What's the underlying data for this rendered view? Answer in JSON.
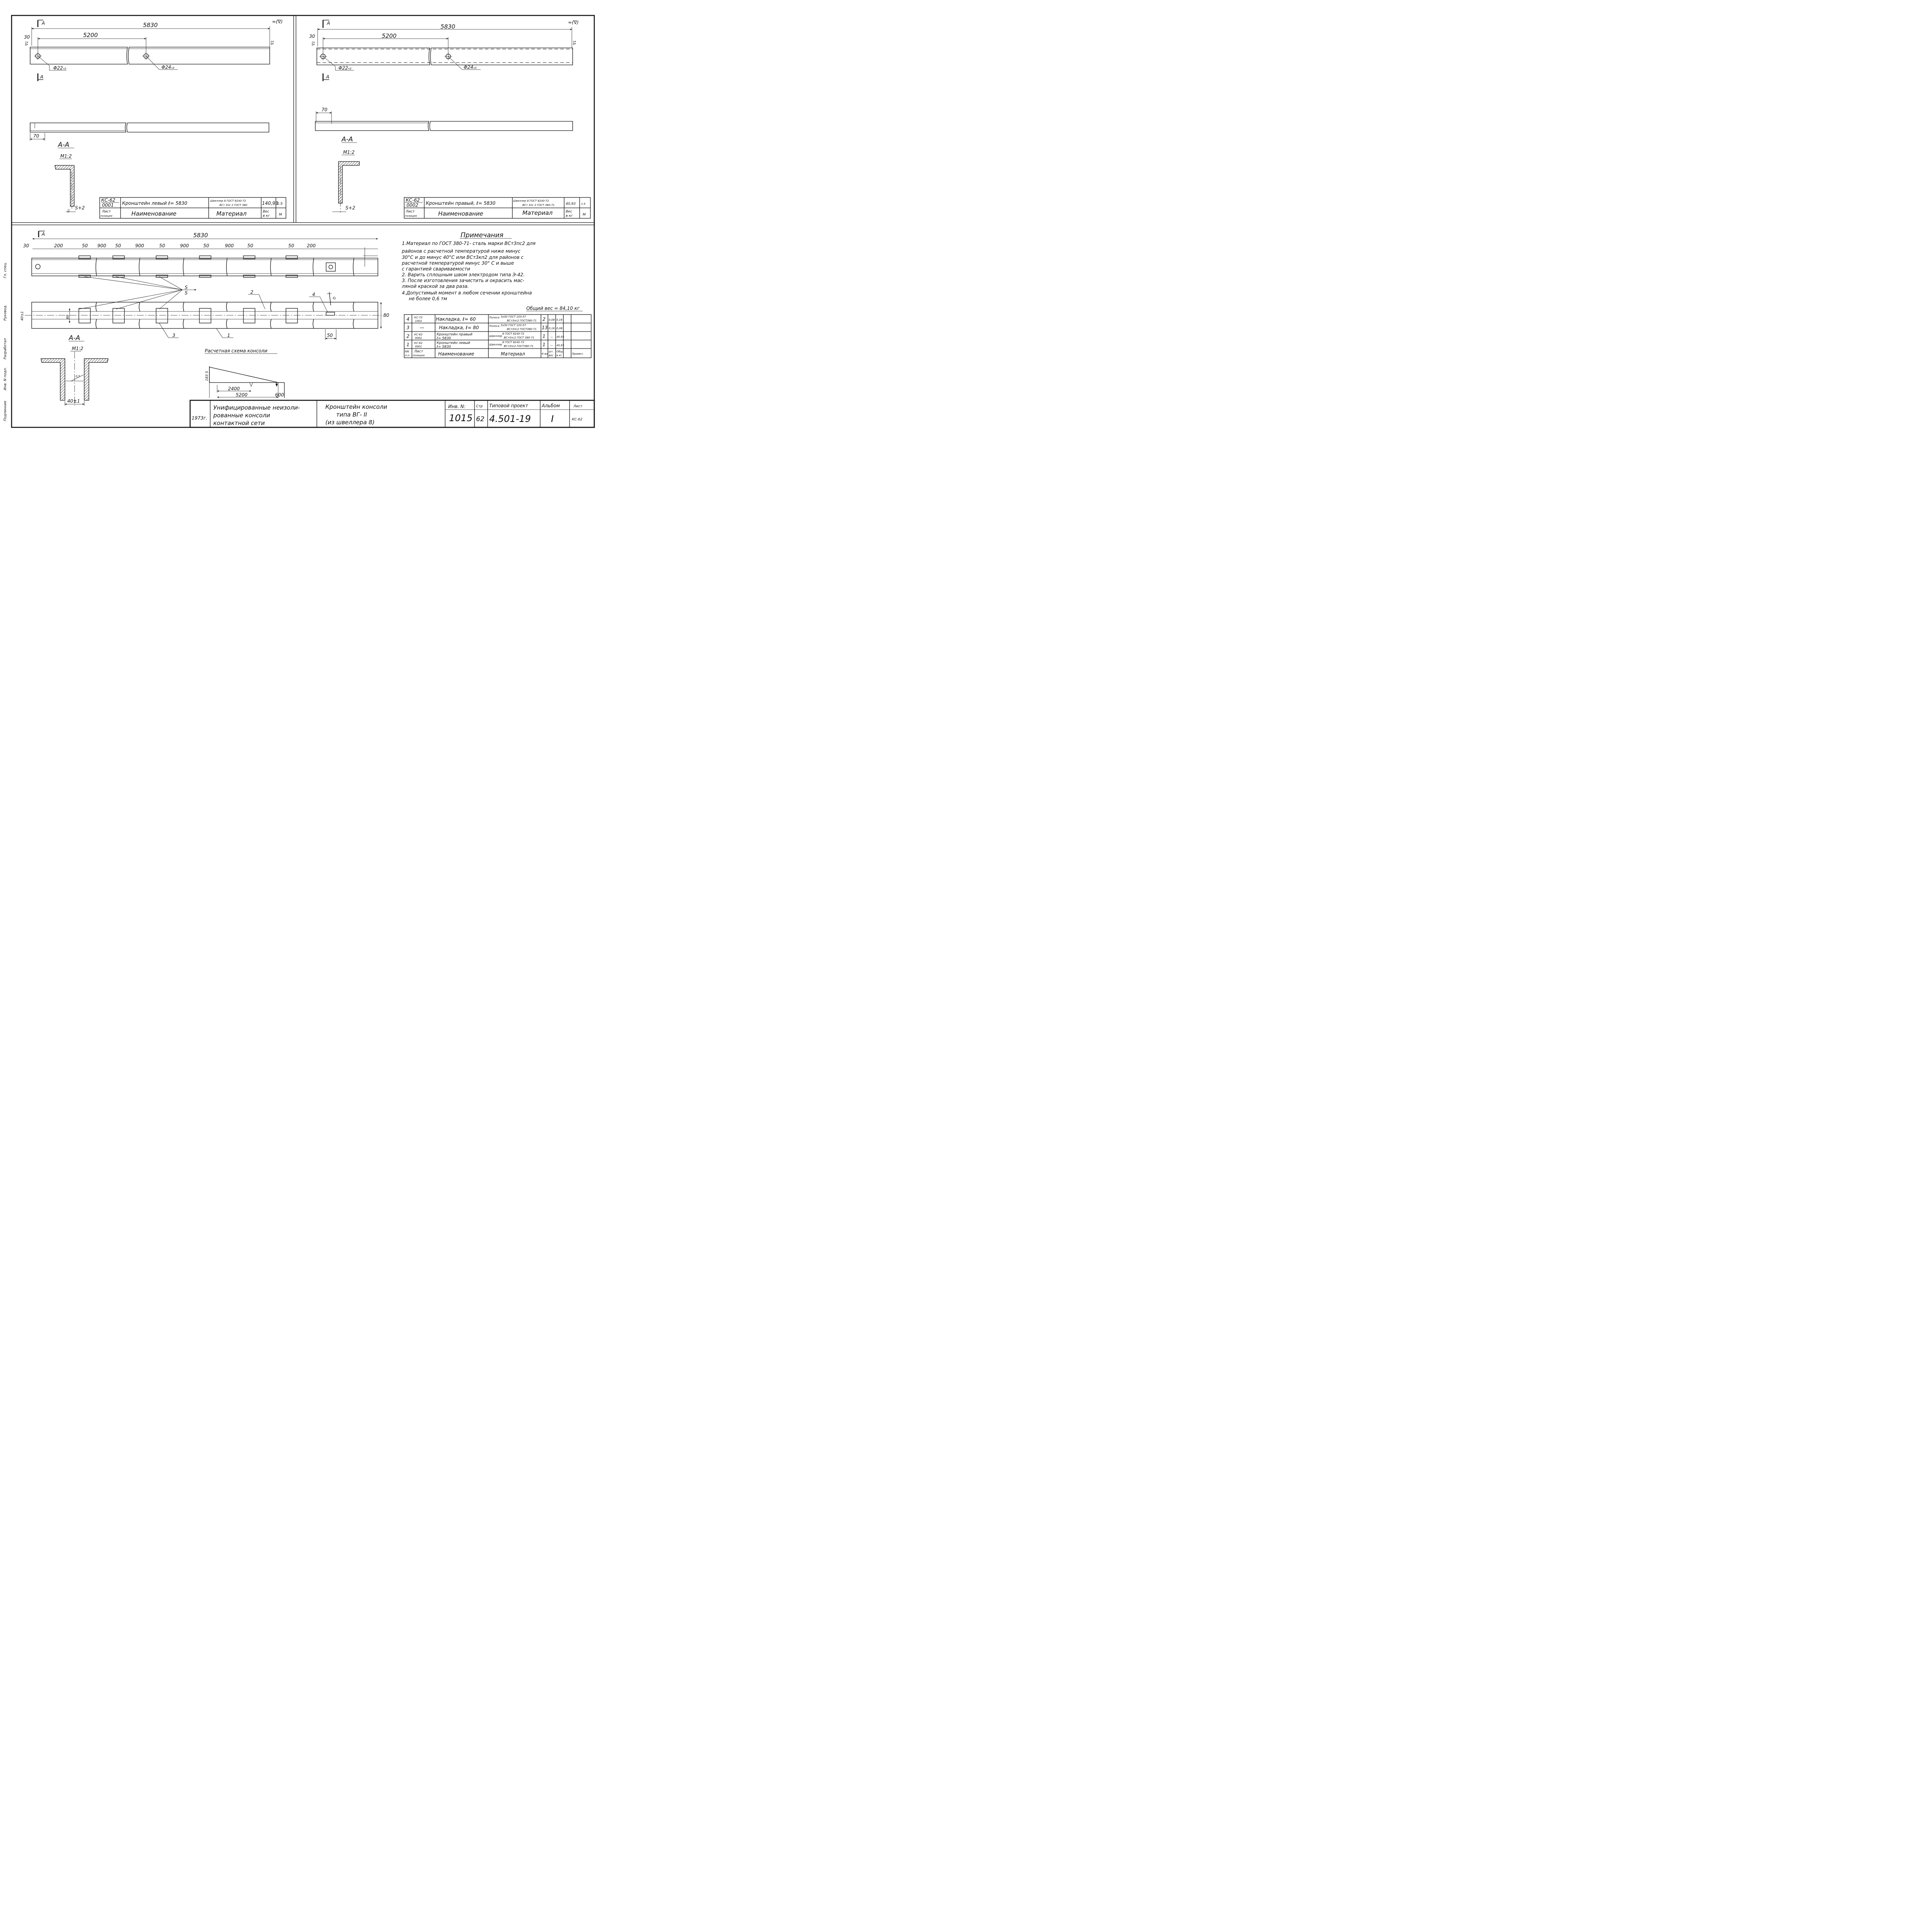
{
  "left_view": {
    "section_mark": "A",
    "overall_dim": "5830",
    "hole_dim": "5200",
    "edge_dim": "30",
    "approx_mark": "≈(∇)",
    "edge_mark_left": "∇1",
    "edge_mark_right": "∇1",
    "hole_small": "Φ22",
    "hole_small_suffix": "ч3",
    "hole_large": "Φ24",
    "hole_large_suffix": "ч3",
    "plan_dim": "70",
    "section_title": "А-А",
    "section_scale": "М1:2",
    "section_gap": "S+2",
    "section_edge": "∇1"
  },
  "right_view": {
    "section_mark": "A",
    "overall_dim": "5830",
    "hole_dim": "5200",
    "edge_dim": "30",
    "approx_mark": "≈(∇)",
    "edge_mark_left": "∇1",
    "edge_mark_right": "∇1",
    "hole_small": "Φ22",
    "hole_small_suffix": "ч3",
    "hole_large": "Φ24",
    "hole_large_suffix": "ч3",
    "plan_dim": "70",
    "section_title": "А-А",
    "section_scale": "М1:2",
    "section_gap": "S+2"
  },
  "left_table": {
    "code_top": "КС-62",
    "code_bottom": "0001",
    "name": "Кронштейн левый   ℓ= 5830",
    "material_top": "Швеллер 8 ГОСТ 8240-72",
    "material_bottom": "ВСт 3пс 2 ГОСТ 380",
    "weight": "140,93",
    "scale": "1:5",
    "h_sheet": "Лист",
    "h_position": "позиция",
    "h_name": "Наименование",
    "h_material": "Материал",
    "h_weight": "Вес",
    "h_weight_unit": "в кг",
    "h_scale": "М"
  },
  "right_table": {
    "code_top": "КС-62",
    "code_bottom": "0002",
    "name": "Кронштейн правый,    ℓ= 5830",
    "material_top": "Швеллер 8 ГОСТ 8240-72",
    "material_bottom": "ВСт 3пс 2 ГОСТ 380-71",
    "weight": "40,93",
    "scale": "1:5",
    "h_sheet": "Лист",
    "h_position": "позиция",
    "h_name": "Наименование",
    "h_material": "Материал",
    "h_weight": "Вес",
    "h_weight_unit": "в кг",
    "h_scale": "М"
  },
  "assembly": {
    "section_mark": "A",
    "overall_dim": "5830",
    "edge_dim": "30",
    "spacing": [
      "200",
      "50",
      "900",
      "50",
      "900",
      "50",
      "900",
      "50",
      "900",
      "50",
      "50",
      "200"
    ],
    "weld_mark": "S",
    "weld_mark_lower": "S",
    "callouts": [
      "2",
      "4",
      "3",
      "1"
    ],
    "width_left": "80",
    "width_right": "80",
    "tolerance_left": "40±1",
    "end_plate_dim": "50",
    "rotation_mark": "Q",
    "section_title": "А-А",
    "section_scale": "М1:2",
    "gap_dim": "0,5",
    "bottom_dim": "40±1"
  },
  "calc_scheme": {
    "title": "Расчетная схема консоли",
    "load": "183 S",
    "dim_a": "2400",
    "dim_b": "5200",
    "dim_c": "600"
  },
  "notes": {
    "title": "Примечания",
    "lines": [
      "1.Материал по ГОСТ 380-71- сталь марки ВСт3пс2 для",
      "районов с расчетной температурой ниже минус",
      "30°С и до минус 40°С или ВСт3кп2 для районов с",
      "расчетной температурой минус 30° С и выше",
      "с гарантией свариваемости",
      "2. Варить сплошным швом электродом типа Э-42.",
      "3. После изготовления зачистить и окрасить мас-",
      "ляной краской за два раза.",
      "4.Допустимый момент в любом сечении кронштейна",
      "не более 0,6 тм"
    ],
    "total_weight": "Общий вес = 84,10 кг"
  },
  "spec_table": {
    "rows": [
      {
        "num": "4",
        "sheet_top": "КС-73",
        "sheet_bottom": "1002",
        "name": "Накладка,  ℓ= 60",
        "mat_kind": "Полоса",
        "mat_top": "5х50 ГОСТ 103-57",
        "mat_bottom": "ВСт3пс2 ГОСТ380-71",
        "qty": "2",
        "unit": "0,08",
        "total": "0,16"
      },
      {
        "num": "3",
        "sheet_top": "—",
        "sheet_bottom": "",
        "name": "Накладка,  ℓ= 80",
        "mat_kind": "Полоса",
        "mat_top": "5х50 ГОСТ 103-57",
        "mat_bottom": "ВСт3пс2 ГОСТ380-71",
        "qty": "13",
        "unit": "0,16",
        "total": "0,08"
      },
      {
        "num": "2",
        "sheet_top": "КС-62",
        "sheet_bottom": "0002",
        "name": "Кронштейн правый",
        "name2": "ℓ= 5830",
        "mat_kind": "Швеллер",
        "mat_top": "8 ГОСТ 8240-72",
        "mat_bottom": "ВСт3пс2 ГОСТ 380-71",
        "qty": "1",
        "unit": "—",
        "total": "40,93"
      },
      {
        "num": "1",
        "sheet_top": "КС-62",
        "sheet_bottom": "0001",
        "name": "Кронштейн левый",
        "name2": "ℓ= 5830",
        "mat_kind": "Швеллер",
        "mat_top": "8 ГОСТ 8240-72",
        "mat_bottom": "ВСт3пс2 ГОСТ380-71",
        "qty": "1",
        "unit": "—",
        "total": "40,93"
      }
    ],
    "h_num": "NN",
    "h_num2": "п.п.",
    "h_sheet": "Лист",
    "h_position": "позиция",
    "h_name": "Наименование",
    "h_material": "Материал",
    "h_qty": "К-во",
    "h_unit_top": "шт.",
    "h_unit_bottom": "вес",
    "h_total_top": "Общ.",
    "h_total_bottom": "в кг",
    "h_note": "Примеч."
  },
  "margin_text": [
    "Подлинник",
    "Инв. N подл.",
    "Разработал",
    "Руковод.",
    "Гл. спец."
  ],
  "title_block": {
    "year": "1973г.",
    "org_lines": [
      "Унифицированные неизоли-",
      "рованные консоли",
      "контактной сети"
    ],
    "title_lines": [
      "Кронштейн консоли",
      "типа ВГ- II",
      "(из швеллера 8)"
    ],
    "inv_label": "Инв. N:",
    "inv_value": "1015",
    "page_label": "Стр",
    "page_value": "62",
    "project_label": "Типовой проект",
    "project_value": "4.501-19",
    "album_label": "Альбом",
    "album_value": "I",
    "sheet_label": "Лист",
    "sheet_value": "КС-62"
  }
}
